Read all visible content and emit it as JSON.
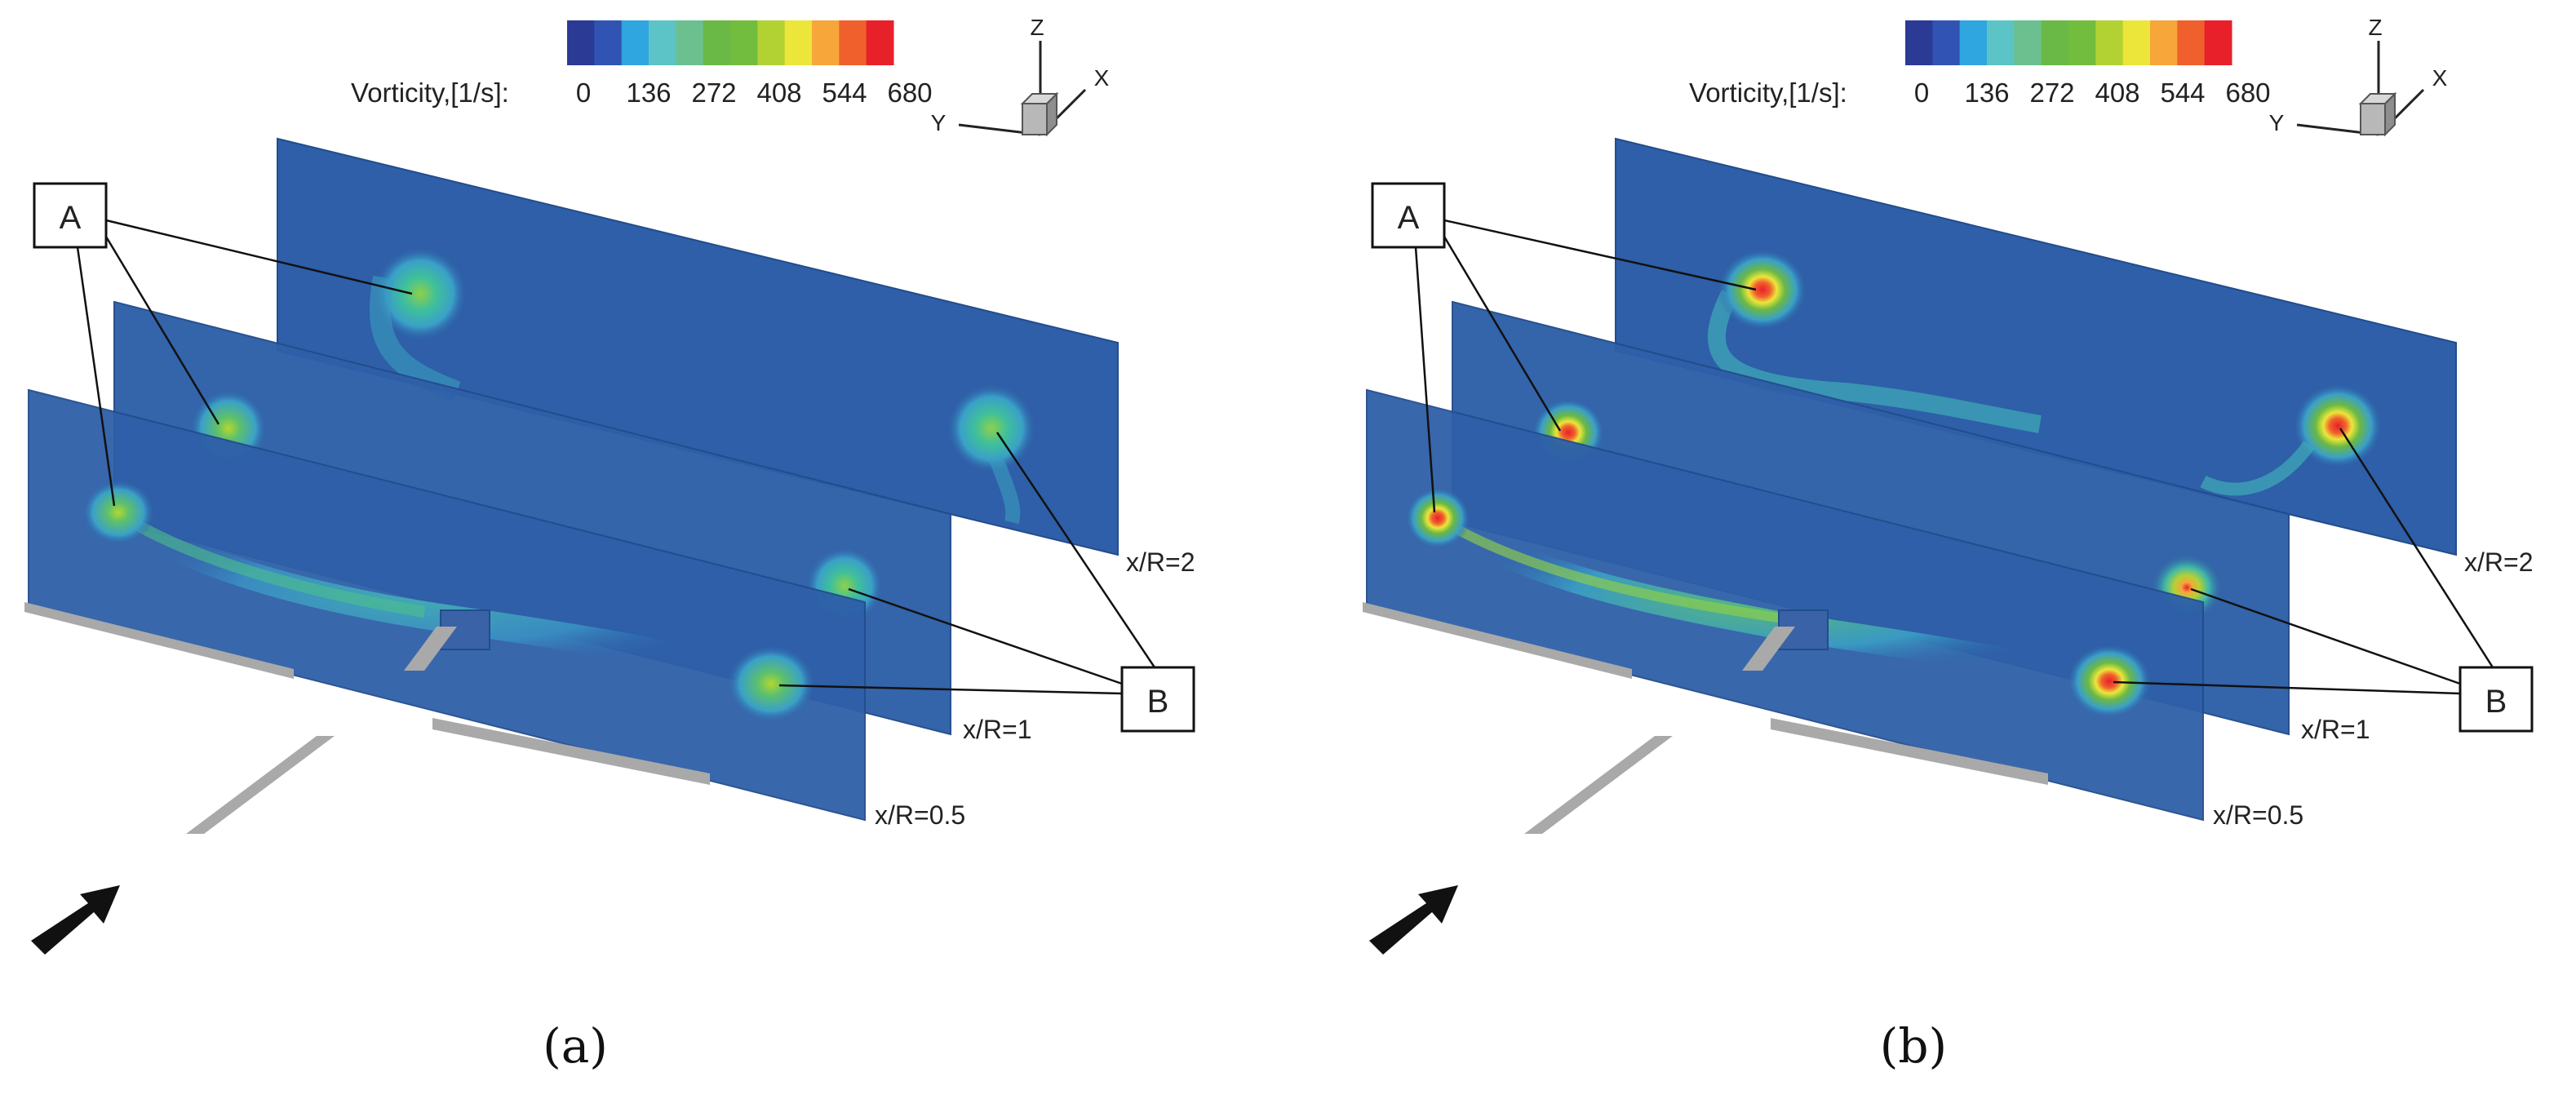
{
  "colorbar": {
    "label": "Vorticity,[1/s]:",
    "ticks": [
      "0",
      "136",
      "272",
      "408",
      "544",
      "680"
    ],
    "colors": [
      "#2b3a95",
      "#3154b4",
      "#2fa6e0",
      "#5cc4c6",
      "#6cc08f",
      "#6ab845",
      "#72bd3e",
      "#b2d234",
      "#ece63a",
      "#f7a63a",
      "#f0602d",
      "#e8202a"
    ]
  },
  "axes": {
    "z": "Z",
    "y": "Y",
    "x": "X"
  },
  "planes": [
    {
      "label": "x/R=2"
    },
    {
      "label": "x/R=1"
    },
    {
      "label": "x/R=0.5"
    }
  ],
  "callouts": {
    "a": "A",
    "b": "B"
  },
  "panels": [
    {
      "caption": "(a)"
    },
    {
      "caption": "(b)"
    }
  ],
  "colors": {
    "plane": "#2e5fa8",
    "plane_edge": "#234c8c",
    "blade": "#a9a9a9",
    "arrow": "#111111"
  }
}
